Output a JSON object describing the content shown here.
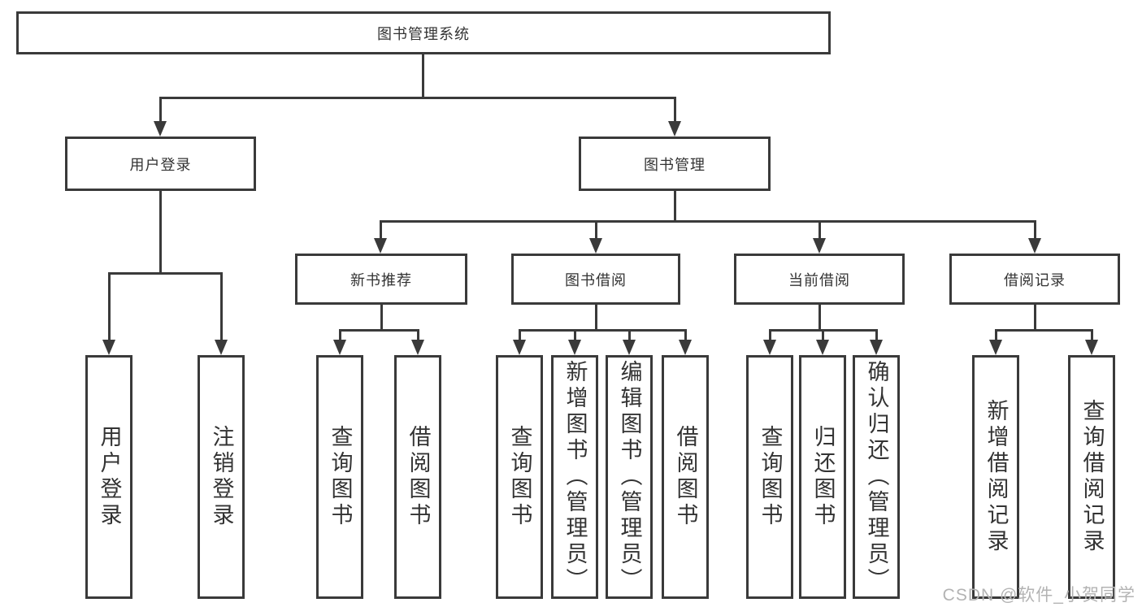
{
  "diagram_title": "图书管理系统",
  "colors": {
    "line": "#3a3a3a",
    "text": "#333333",
    "background": "#ffffff",
    "watermark": "#b3b3b3"
  },
  "nodes": {
    "root": {
      "label": "图书管理系统"
    },
    "user_login": {
      "label": "用户登录"
    },
    "book_management": {
      "label": "图书管理"
    },
    "new_book_recommend": {
      "label": "新书推荐"
    },
    "book_borrowing": {
      "label": "图书借阅"
    },
    "current_borrowing": {
      "label": "当前借阅"
    },
    "borrowing_records": {
      "label": "借阅记录"
    },
    "leaf_user_login": {
      "label": "用户登录"
    },
    "leaf_logout": {
      "label": "注销登录"
    },
    "leaf_nb_query_books": {
      "label": "查询图书"
    },
    "leaf_nb_borrow_books": {
      "label": "借阅图书"
    },
    "leaf_bb_query_books": {
      "label": "查询图书"
    },
    "leaf_bb_add_books": {
      "label": "新增图书（管理员）"
    },
    "leaf_bb_edit_books": {
      "label": "编辑图书（管理员）"
    },
    "leaf_bb_borrow_books": {
      "label": "借阅图书"
    },
    "leaf_cb_query_books": {
      "label": "查询图书"
    },
    "leaf_cb_return_books": {
      "label": "归还图书"
    },
    "leaf_cb_confirm_return": {
      "label": "确认归还（管理员）"
    },
    "leaf_br_add_record": {
      "label": "新增借阅记录"
    },
    "leaf_br_query_record": {
      "label": "查询借阅记录"
    }
  },
  "watermark": "CSDN @软件_小贺同学"
}
